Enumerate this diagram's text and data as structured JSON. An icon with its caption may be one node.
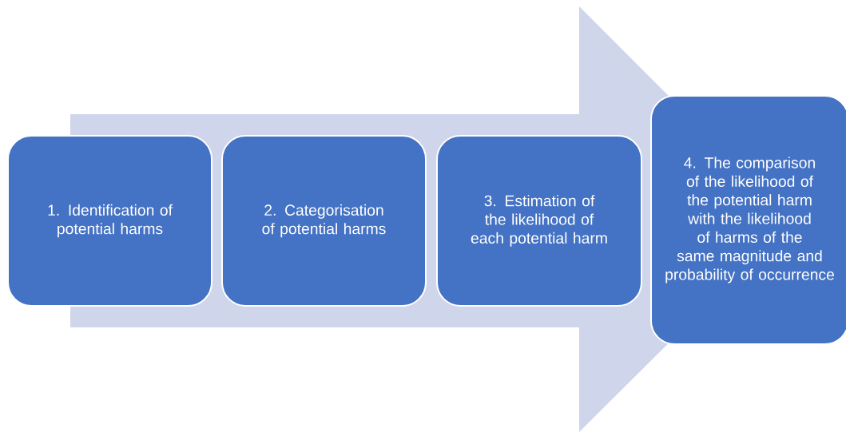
{
  "diagram": {
    "nodes": [
      {
        "text": [
          "1. Identification of potential harms"
        ]
      },
      {
        "text": [
          "2. Categorisation of potential harms"
        ]
      },
      {
        "text": [
          "3. Estimation of the likelihood of each potential harm"
        ]
      },
      {
        "text": [
          "4. The comparison of the likelihood of the potential harm with the likelihood of harms of the same magnitude and probability of occurrence"
        ]
      }
    ],
    "edges": [
      {
        "from": 0,
        "to": 3,
        "arrow": "to"
      }
    ]
  }
}
